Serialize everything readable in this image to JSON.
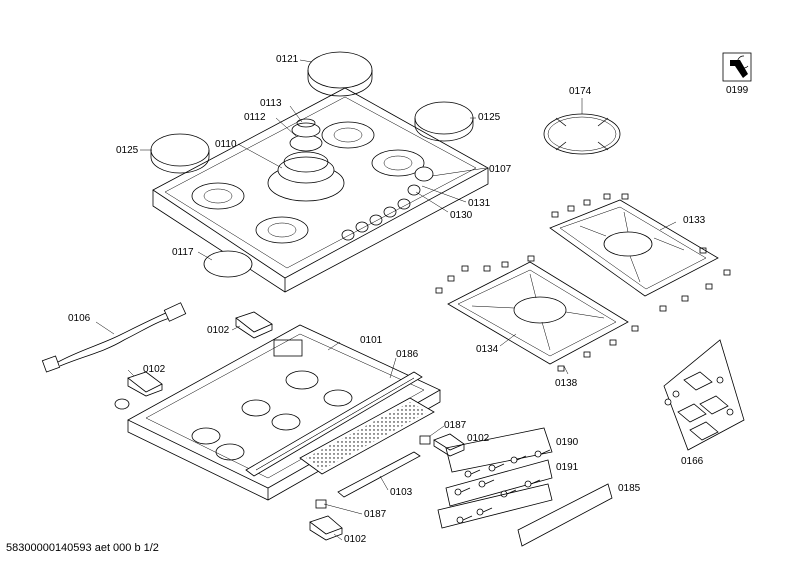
{
  "footer": "58300000140593 aet 000 b 1/2",
  "labels": {
    "p0121": "0121",
    "p0113": "0113",
    "p0112": "0112",
    "p0125a": "0125",
    "p0125b": "0125",
    "p0110": "0110",
    "p0107": "0107",
    "p0131": "0131",
    "p0130": "0130",
    "p0117": "0117",
    "p0174": "0174",
    "p0199": "0199",
    "p0133": "0133",
    "p0134": "0134",
    "p0138": "0138",
    "p0106": "0106",
    "p0102a": "0102",
    "p0102b": "0102",
    "p0102c": "0102",
    "p0102d": "0102",
    "p0101": "0101",
    "p0186": "0186",
    "p0187a": "0187",
    "p0187b": "0187",
    "p0103": "0103",
    "p0190": "0190",
    "p0191": "0191",
    "p0185": "0185",
    "p0166": "0166"
  }
}
